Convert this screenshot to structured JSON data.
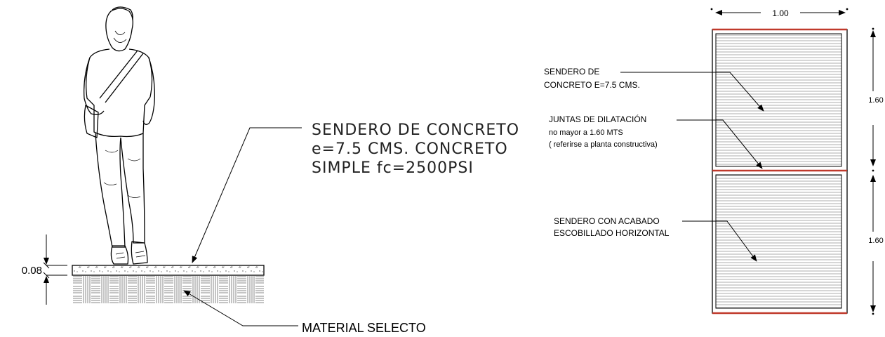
{
  "section": {
    "dimension": "0.08",
    "callout_top": [
      "SENDERO DE CONCRETO",
      "e=7.5 CMS. CONCRETO",
      "SIMPLE fc=2500PSI"
    ],
    "callout_bottom": "MATERIAL SELECTO"
  },
  "plan": {
    "width_dim": "1.00",
    "height_dim_top": "1.60",
    "height_dim_bottom": "1.60",
    "note_1": [
      "SENDERO DE",
      "CONCRETO E=7.5 CMS."
    ],
    "note_2": [
      "JUNTAS DE DILATACIÓN",
      "no mayor a 1.60 MTS",
      "( referirse a planta constructiva)"
    ],
    "note_3": [
      "SENDERO CON ACABADO",
      "ESCOBILLADO HORIZONTAL"
    ]
  },
  "colors": {
    "joint_line": "#c0392b",
    "line": "#000000",
    "hatch": "#888888"
  }
}
